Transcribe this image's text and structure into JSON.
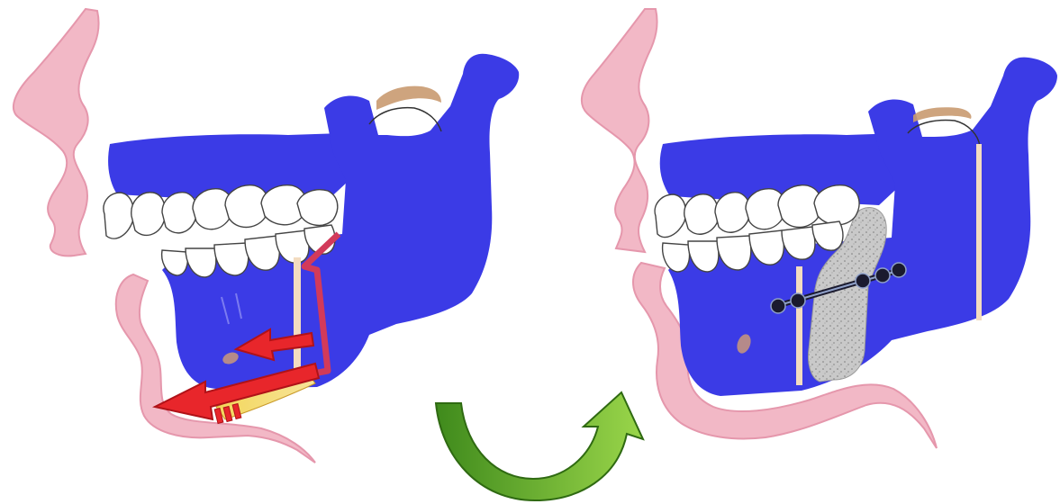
{
  "diagram": {
    "panels": [
      {
        "id": "preoperative",
        "labels": []
      },
      {
        "id": "postoperative",
        "labels": []
      }
    ],
    "colors": {
      "bone": "#3b3be6",
      "soft_tissue": "#f2b8c6",
      "soft_tissue_edge": "#e597ac",
      "tooth": "#ffffff",
      "tooth_outline": "#444444",
      "nerve_canal": "#f3dcc0",
      "cartilage": "#c99a70",
      "arrow_red": "#e8262b",
      "arrow_outline": "#b01218",
      "osteotomy_line": "#d23a5a",
      "bone_graft": "#c9c9c9",
      "screw": "#1a1a2e",
      "transition_arrow_start": "#3f8a1c",
      "transition_arrow_end": "#9ad64a"
    },
    "icons": [
      "osteotomy-cut",
      "advancement-arrow",
      "fixation-plate",
      "screw",
      "bone-graft",
      "transition-arrow"
    ]
  }
}
